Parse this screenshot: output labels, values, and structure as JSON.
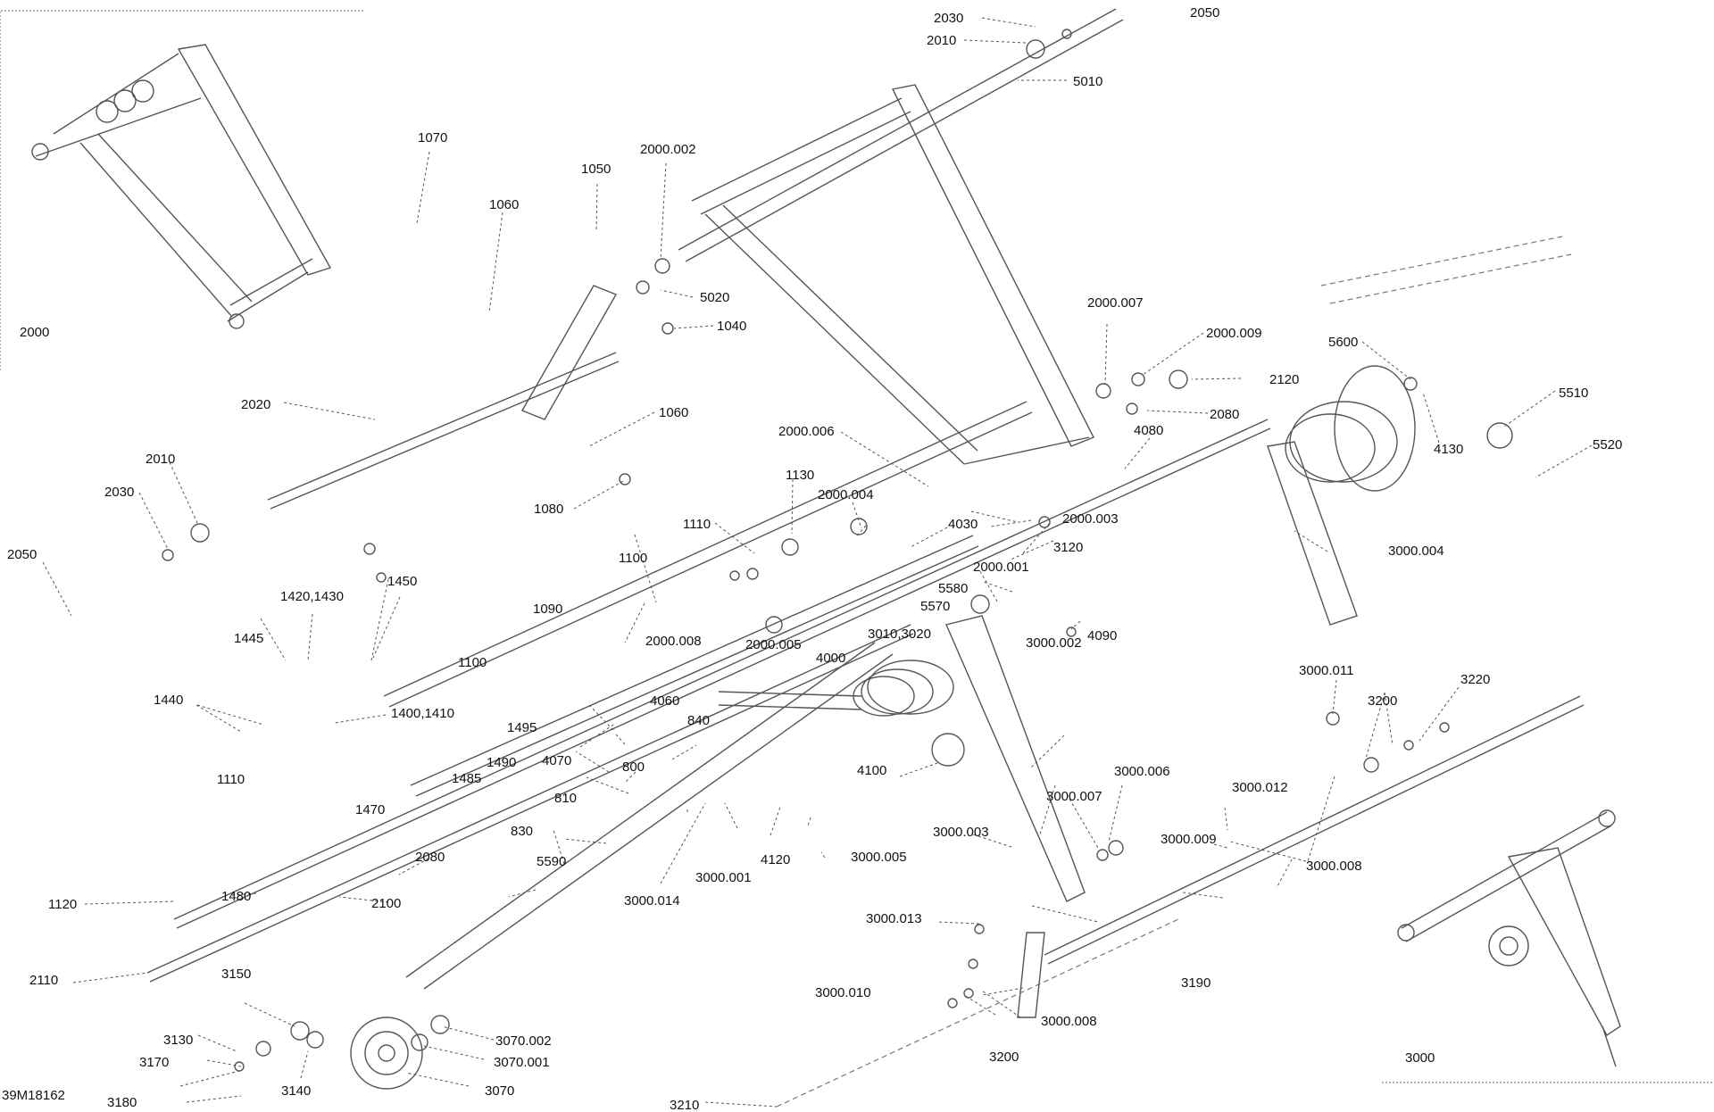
{
  "figure": {
    "code": "39M18162"
  },
  "groups": [
    "2000",
    "3000"
  ],
  "callouts": [
    "2030",
    "2010",
    "2050",
    "5010",
    "1070",
    "2000.002",
    "1050",
    "1060",
    "5020",
    "1040",
    "2000",
    "2000.007",
    "2000.009",
    "2120",
    "2080",
    "5600",
    "5510",
    "4130",
    "5520",
    "2020",
    "1060",
    "1080",
    "2010",
    "2030",
    "2050",
    "2000.006",
    "4080",
    "1130",
    "2000.004",
    "1110",
    "4030",
    "2000.003",
    "3120",
    "3000.004",
    "2000.001",
    "1100",
    "5580",
    "5570",
    "1450",
    "1420,1430",
    "3010,3020",
    "2000.008",
    "2000.005",
    "4090",
    "1090",
    "3000.002",
    "1445",
    "1100",
    "4000",
    "3000.011",
    "3200",
    "3220",
    "1440",
    "1400,1410",
    "4060",
    "840",
    "1495",
    "1490",
    "4070",
    "800",
    "1485",
    "4100",
    "3000.006",
    "1110",
    "810",
    "3000.007",
    "3000.012",
    "1470",
    "830",
    "5590",
    "3000.003",
    "3000.009",
    "3000.008",
    "4120",
    "3000.005",
    "2080",
    "3000.001",
    "1480",
    "3000.014",
    "2100",
    "1120",
    "3000.013",
    "3190",
    "2110",
    "3000.010",
    "3150",
    "3000.008",
    "3070.002",
    "3130",
    "3070.001",
    "3200",
    "3170",
    "3140",
    "3070",
    "3180",
    "3210"
  ]
}
